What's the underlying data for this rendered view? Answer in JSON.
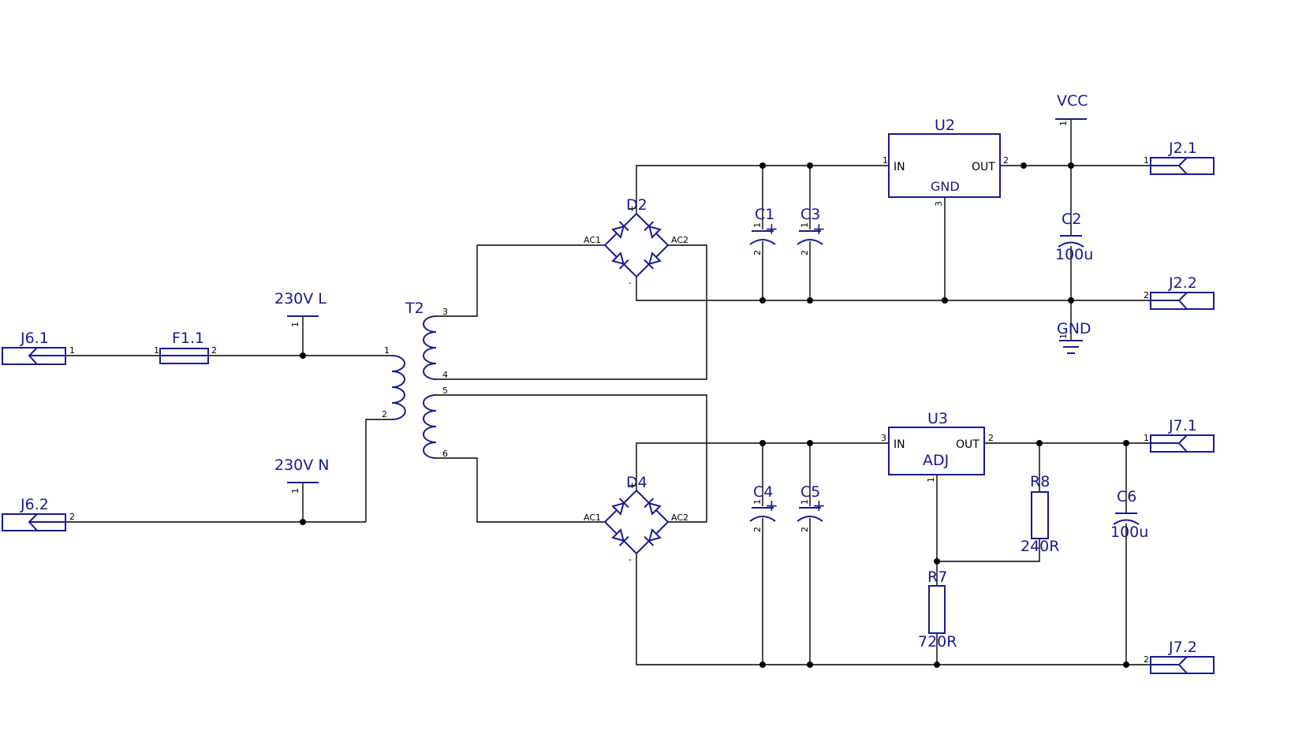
{
  "connectors": {
    "j6_1": "J6.1",
    "j6_2": "J6.2",
    "j2_1": "J2.1",
    "j2_2": "J2.2",
    "j7_1": "J7.1",
    "j7_2": "J7.2"
  },
  "fuse": {
    "label": "F1.1"
  },
  "power_labels": {
    "line": "230V L",
    "neutral": "230V N",
    "vcc": "VCC",
    "gnd": "GND"
  },
  "transformer": {
    "label": "T2"
  },
  "bridges": {
    "d2": "D2",
    "d4": "D4",
    "ac1": "AC1",
    "ac2": "AC2",
    "plus": "+",
    "minus": "-"
  },
  "capacitors": {
    "c1": "C1",
    "c3": "C3",
    "c2": "C2",
    "c2_value": "100u",
    "c4": "C4",
    "c5": "C5",
    "c6": "C6",
    "c6_value": "100u",
    "polarity": "+"
  },
  "regulators": {
    "u2": {
      "label": "U2",
      "in": "IN",
      "out": "OUT",
      "gnd": "GND"
    },
    "u3": {
      "label": "U3",
      "in": "IN",
      "out": "OUT",
      "adj": "ADJ"
    }
  },
  "resistors": {
    "r8": "R8",
    "r8_value": "240R",
    "r7": "R7",
    "r7_value": "720R"
  },
  "pin_numbers": {
    "p1": "1",
    "p2": "2",
    "p3": "3",
    "p4": "4",
    "p5": "5",
    "p6": "6"
  }
}
